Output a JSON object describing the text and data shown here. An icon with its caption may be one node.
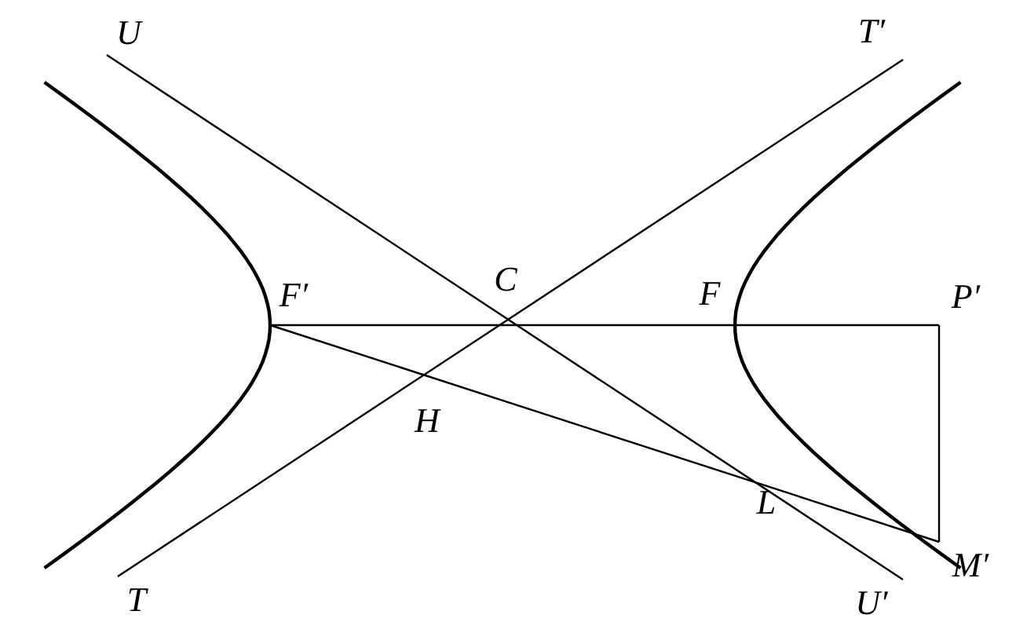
{
  "diagram": {
    "nodes": [
      {
        "text": [
          "U"
        ]
      },
      {
        "text": [
          "T′"
        ]
      },
      {
        "text": [
          "F′"
        ]
      },
      {
        "text": [
          "C"
        ]
      },
      {
        "text": [
          "F"
        ]
      },
      {
        "text": [
          "P′"
        ]
      },
      {
        "text": [
          "H"
        ]
      },
      {
        "text": [
          "L"
        ]
      },
      {
        "text": [
          "M′"
        ]
      },
      {
        "text": [
          "T"
        ]
      },
      {
        "text": [
          "U′"
        ]
      }
    ],
    "edges": [
      {
        "from": 9,
        "to": 1,
        "arrow": "none"
      },
      {
        "from": 0,
        "to": 10,
        "arrow": "none"
      },
      {
        "from": 2,
        "to": 5,
        "arrow": "none"
      },
      {
        "from": 5,
        "to": 8,
        "arrow": "none"
      },
      {
        "from": 2,
        "to": 8,
        "arrow": "none"
      }
    ]
  }
}
